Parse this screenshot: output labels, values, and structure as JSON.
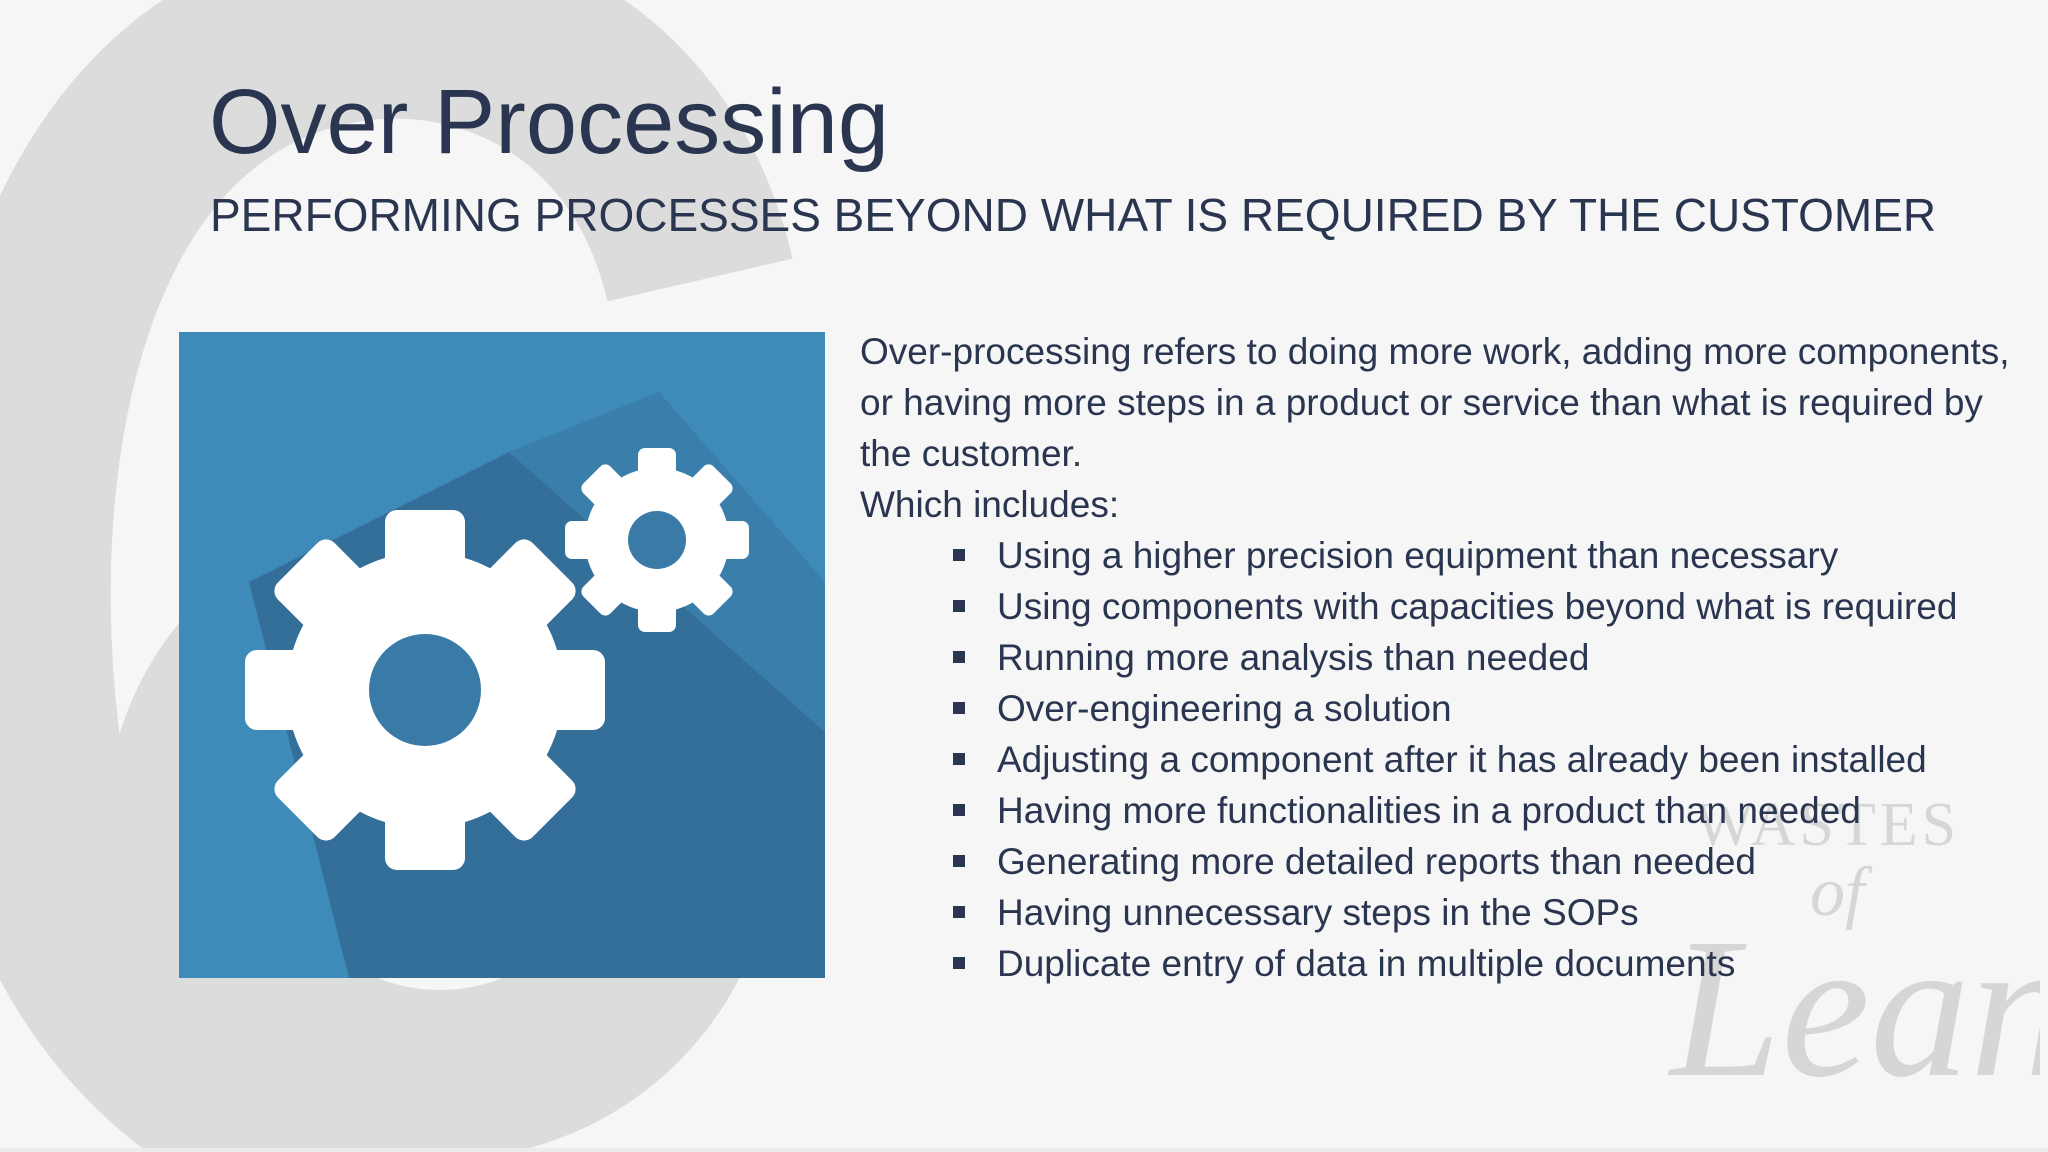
{
  "slide": {
    "title": "Over Processing",
    "subtitle": "PERFORMING PROCESSES BEYOND WHAT IS REQUIRED BY THE CUSTOMER",
    "intro": "Over-processing refers to doing more work, adding more components, or having more steps in a product or service than what is required by the customer.",
    "includes_label": "Which includes:",
    "bullets": [
      "Using a higher precision equipment than necessary",
      "Using components with capacities beyond what is required",
      "Running more analysis than needed",
      "Over-engineering a solution",
      "Adjusting a component after it has already been installed",
      "Having more functionalities in a product than needed",
      "Generating more detailed reports than needed",
      "Having unnecessary steps in the SOPs",
      "Duplicate entry of data in multiple documents"
    ],
    "image": {
      "icon": "gears-icon",
      "colors": {
        "tile": "#3e8ab8",
        "shadow": "#336c94",
        "gear": "#ffffff"
      }
    },
    "background_figure": "6",
    "watermark": {
      "line1": "WASTES",
      "line2": "of",
      "line3": "Lean"
    },
    "colors": {
      "background": "#f6f6f6",
      "text": "#2a3550",
      "watermark": "#d8d8d8"
    }
  }
}
